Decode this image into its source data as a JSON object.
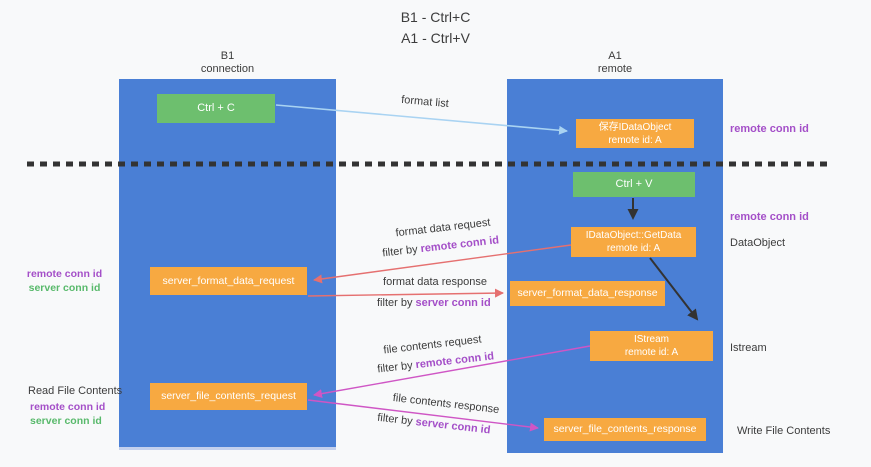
{
  "title": {
    "line1": "B1 - Ctrl+C",
    "line2": "A1 - Ctrl+V"
  },
  "columns": {
    "left": {
      "header_line1": "B1",
      "header_line2": "connection"
    },
    "right": {
      "header_line1": "A1",
      "header_line2": "remote"
    }
  },
  "nodes": {
    "ctrl_c": "Ctrl + C",
    "ctrl_v": "Ctrl + V",
    "save_dataobject": {
      "line1": "保存IDataObject",
      "line2": "remote id: A"
    },
    "getdata": {
      "line1": "IDataObject::GetData",
      "line2": "remote id: A"
    },
    "istream": {
      "line1": "IStream",
      "line2": "remote id: A"
    },
    "server_format_data_request": "server_format_data_request",
    "server_format_data_response": "server_format_data_response",
    "server_file_contents_request": "server_file_contents_request",
    "server_file_contents_response": "server_file_contents_response"
  },
  "arrow_labels": {
    "format_list": "format list",
    "format_data_request": "format data request",
    "format_data_response": "format data response",
    "file_contents_request": "file contents request",
    "file_contents_response": "file contents response",
    "filter_by": "filter by ",
    "remote_conn_id": "remote conn id",
    "server_conn_id": "server conn id"
  },
  "side_labels": {
    "remote_conn_id": "remote conn id",
    "server_conn_id": "server conn id",
    "dataobject": "DataObject",
    "istream": "Istream",
    "read_file_contents": "Read File Contents",
    "write_file_contents": "Write File Contents"
  },
  "colors": {
    "background": "#f8f9fa",
    "column_blue": "#4a7fd5",
    "node_green": "#6dbf6e",
    "node_orange": "#f7a941",
    "arrow_red": "#e57070",
    "arrow_pink": "#cf56c5",
    "arrow_blue": "#a9d3f2",
    "arrow_black": "#333333",
    "label_purple": "#a44fc8",
    "label_green": "#58b96b",
    "text_dark": "#3c3c3c"
  }
}
